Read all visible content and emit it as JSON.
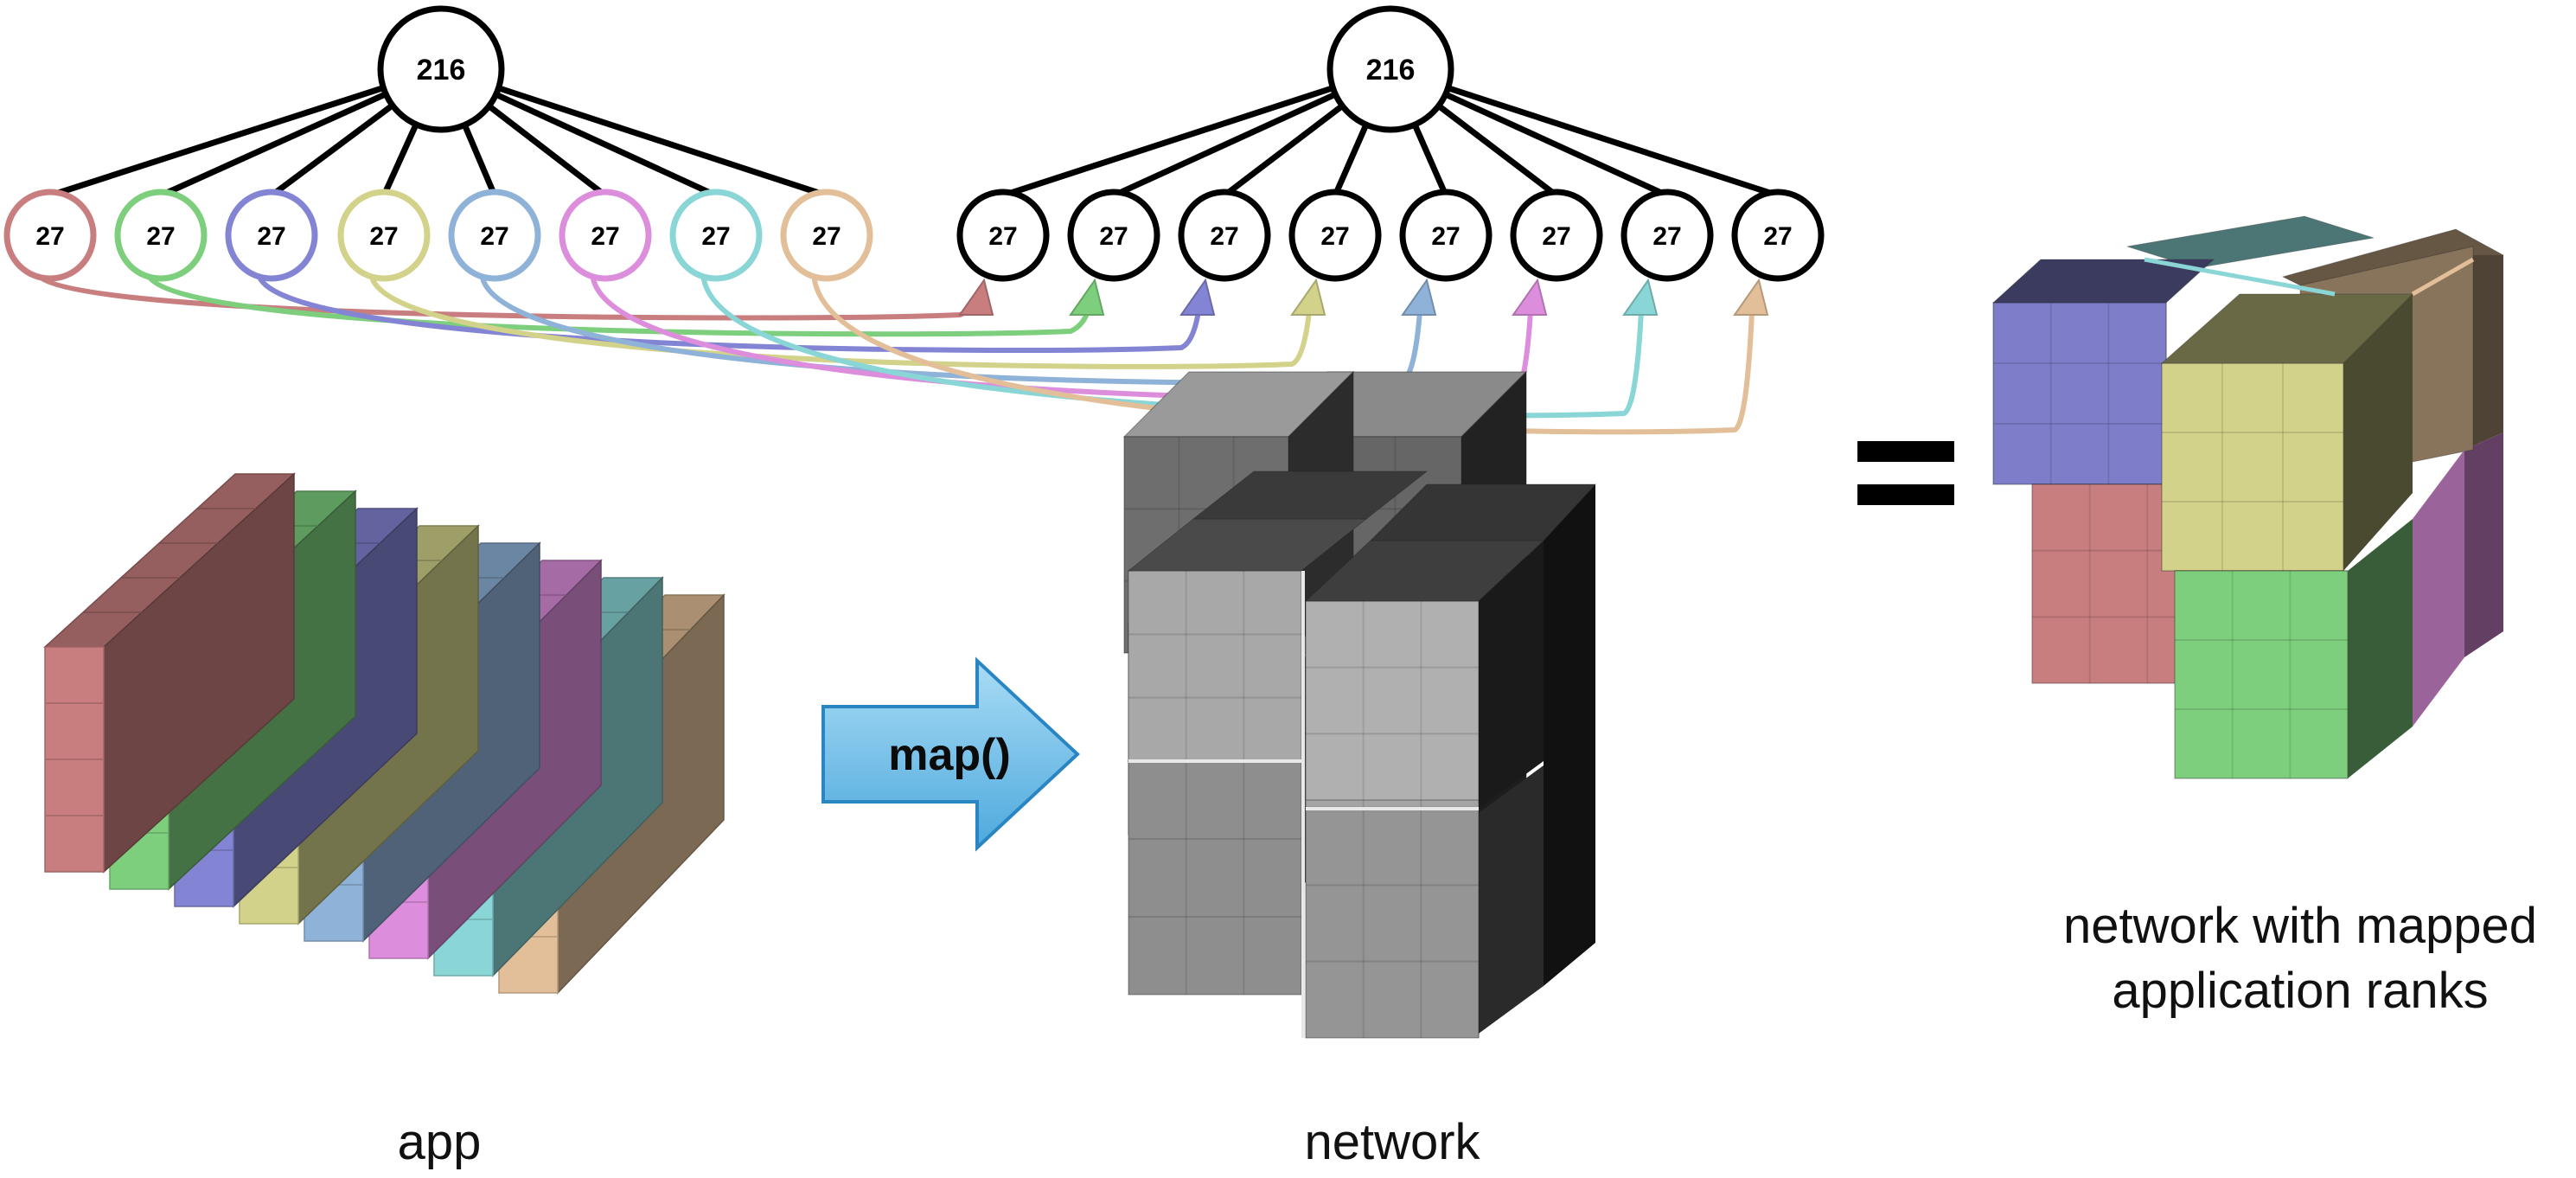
{
  "app_tree": {
    "root_label": "216",
    "children": [
      {
        "label": "27",
        "color": "#c87e7e"
      },
      {
        "label": "27",
        "color": "#7dcf7d"
      },
      {
        "label": "27",
        "color": "#8484d4"
      },
      {
        "label": "27",
        "color": "#d2d28a"
      },
      {
        "label": "27",
        "color": "#8fb2d8"
      },
      {
        "label": "27",
        "color": "#dc8edc"
      },
      {
        "label": "27",
        "color": "#8ad6d6"
      },
      {
        "label": "27",
        "color": "#e2bf98"
      }
    ]
  },
  "network_tree": {
    "root_label": "216",
    "children": [
      "27",
      "27",
      "27",
      "27",
      "27",
      "27",
      "27",
      "27"
    ]
  },
  "map_arrow_label": "map()",
  "equals_sign": "=",
  "captions": {
    "app": "app",
    "network": "network",
    "mapped_line1": "network with mapped",
    "mapped_line2": "application ranks"
  },
  "colors": {
    "node_outline": "#000000",
    "map_arrow_fill": "#74c2ea",
    "map_arrow_stroke": "#2a86c3"
  }
}
